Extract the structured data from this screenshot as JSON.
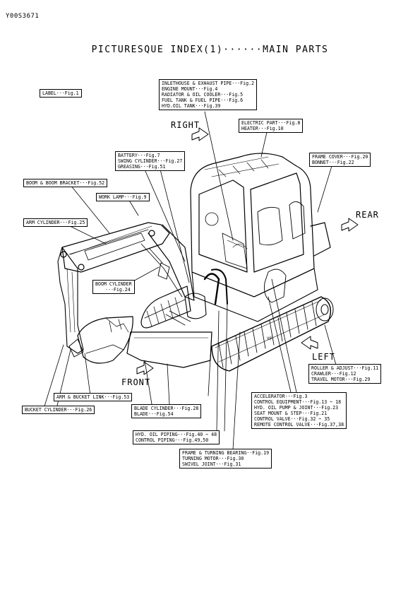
{
  "doc_id": "Y00S3671",
  "title": "PICTURESQUE INDEX(1)······MAIN PARTS",
  "directions": {
    "right": "RIGHT",
    "rear": "REAR",
    "left": "LEFT",
    "front": "FRONT"
  },
  "callouts": {
    "label": [
      "LABEL···Fig.1"
    ],
    "inlethouse": [
      "INLETHOUSE & EXHAUST PIPE···Fig.2",
      "ENGINE MOUNT···Fig.4",
      "RADIATOR & OIL COOLER···Fig.5",
      "FUEL TANK & FUEL PIPE···Fig.6",
      "HYD.OIL TANK···Fig.39"
    ],
    "electric": [
      "ELECTRIC PART···Fig.8",
      "HEATER···Fig.10"
    ],
    "frame_cover": [
      "FRAME COVER···Fig.20",
      "BONNET···Fig.22"
    ],
    "battery": [
      "BATTERY···Fig.7",
      "SWING CYLINDER···Fig.27",
      "GREASING···Fig.51"
    ],
    "boom_bracket": [
      "BOOM & BOOM BRACKET···Fig.52"
    ],
    "work_lamp": [
      "WORK LAMP···Fig.9"
    ],
    "arm_cylinder": [
      "ARM CYLINDER···Fig.25"
    ],
    "boom_cylinder": [
      "BOOM CYLINDER",
      "···Fig.24"
    ],
    "roller": [
      "ROLLER & ADJUST···Fig.11",
      "CRAWLER···Fig.12",
      "TRAVEL MOTOR···Fig.29"
    ],
    "arm_bucket_link": [
      "ARM & BUCKET LINK···Fig.53"
    ],
    "bucket_cylinder": [
      "BUCKET CYLINDER···Fig.26"
    ],
    "blade": [
      "BLADE CYLINDER···Fig.28",
      "BLADE···Fig.54"
    ],
    "accelerator": [
      "ACCELERATOR···Fig.3",
      "CONTROL EQUIPMENT···Fig.13 ~ 18",
      "HYD. OIL PUMP & JOINT···Fig.23",
      "SEAT MOUNT & STEP···Fig.21",
      "CONTROL VALVE···Fig.32 ~ 35",
      "REMOTE CONTROL VALVE···Fig.37,38"
    ],
    "hyd_piping": [
      "HYD. OIL PIPING···Fig.40 ~ 48",
      "CONTROL PIPING···Fig.49,50"
    ],
    "frame_turning": [
      "FRAME & TURNING BEARING··Fig.19",
      "TURNING MOTOR···Fig.30",
      "SWIVEL JOINT···Fig.31"
    ]
  }
}
